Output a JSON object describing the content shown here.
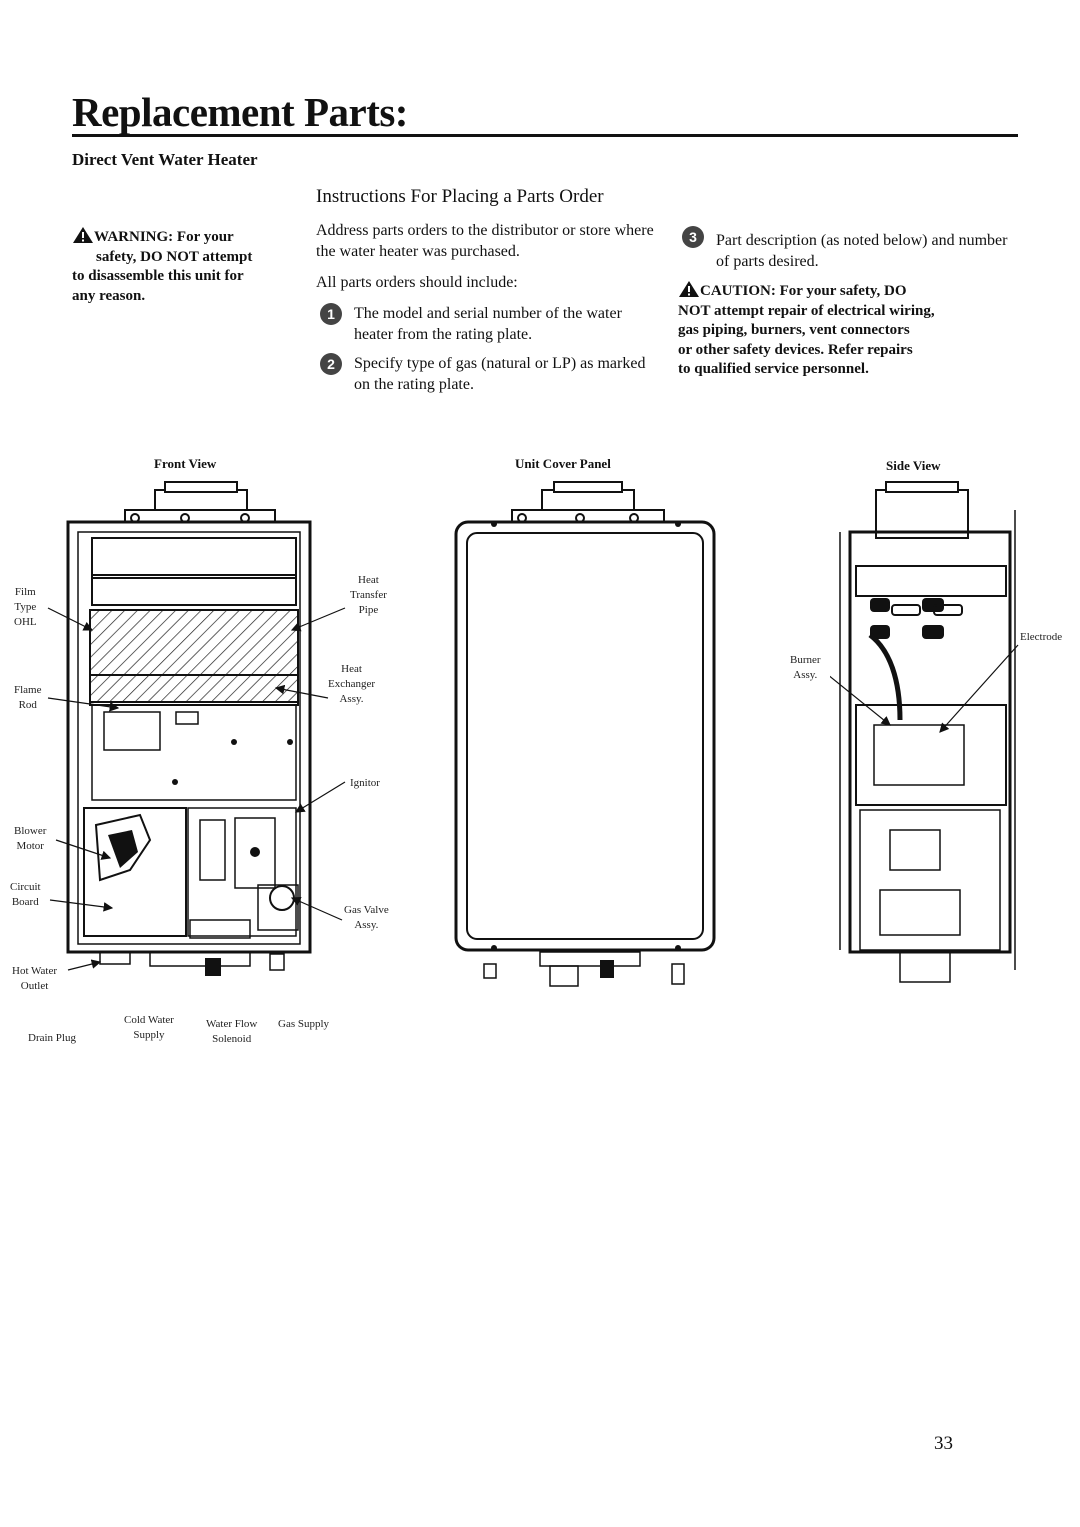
{
  "page": {
    "title": "Replacement Parts:",
    "subtitle": "Direct Vent Water Heater",
    "page_number": "33"
  },
  "instructions": {
    "heading": "Instructions For Placing a Parts Order",
    "intro": "Address parts orders to the distributor or store where the water heater was purchased.",
    "include": "All parts orders should include:",
    "steps": [
      {
        "num": "1",
        "text": "The model and serial number of the water heater from the rating plate."
      },
      {
        "num": "2",
        "text": "Specify type of gas (natural or LP) as marked on the rating plate."
      },
      {
        "num": "3",
        "text": "Part description (as noted below) and number of parts desired."
      }
    ]
  },
  "warning": {
    "line1": "WARNING: For your",
    "line2": "safety, DO NOT attempt",
    "line3": "to disassemble this unit for",
    "line4": "any reason."
  },
  "caution": {
    "line1": "CAUTION: For your safety, DO",
    "line2": "NOT attempt repair of electrical wiring,",
    "line3": "gas piping, burners, vent connectors",
    "line4": "or other safety devices. Refer repairs",
    "line5": "to qualified service personnel."
  },
  "diagrams": {
    "front_view": "Front View",
    "unit_cover_panel": "Unit Cover Panel",
    "side_view": "Side View",
    "callouts": {
      "film_type_ohl": [
        "Film",
        "Type",
        "OHL"
      ],
      "flame_rod": [
        "Flame",
        "Rod"
      ],
      "blower_motor": [
        "Blower",
        "Motor"
      ],
      "circuit_board": [
        "Circuit",
        "Board"
      ],
      "hot_water_outlet": [
        "Hot Water",
        "Outlet"
      ],
      "drain_plug": [
        "Drain Plug"
      ],
      "cold_water_supply": [
        "Cold Water",
        "Supply"
      ],
      "water_flow_solenoid": [
        "Water Flow",
        "Solenoid"
      ],
      "gas_supply": [
        "Gas Supply"
      ],
      "heat_transfer_pipe": [
        "Heat",
        "Transfer",
        "Pipe"
      ],
      "heat_exchanger_assy": [
        "Heat",
        "Exchanger",
        "Assy."
      ],
      "ignitor": [
        "Ignitor"
      ],
      "gas_valve_assy": [
        "Gas Valve",
        "Assy."
      ],
      "burner_assy": [
        "Burner",
        "Assy."
      ],
      "electrode": [
        "Electrode"
      ]
    }
  }
}
